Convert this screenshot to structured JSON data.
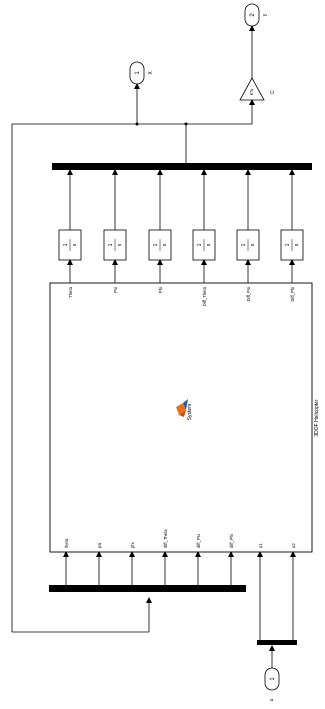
{
  "subsystem": {
    "title": "3DOF Helicopter",
    "center_label": "System",
    "inputs": [
      "theta",
      "psi",
      "phi",
      "diff_Theta",
      "diff_Psi",
      "diff_Phi",
      "u1",
      "u2"
    ],
    "outputs": [
      "Theta",
      "Psi",
      "Phi",
      "Diff_Theta",
      "Diff_Psi",
      "Diff_Phi"
    ]
  },
  "integrator": {
    "numerator": "1",
    "denominator": "s"
  },
  "ports": {
    "in_u": {
      "number": "1",
      "label": "u"
    },
    "out_x": {
      "number": "1",
      "label": "X"
    },
    "out_y": {
      "number": "2",
      "label": "y"
    }
  },
  "gain": {
    "expression": "K*u",
    "label": "C"
  },
  "colors": {
    "line": "#000000",
    "block_fill": "#ffffff",
    "bus_fill": "#000000",
    "logo_orange": "#e8731a",
    "logo_blue": "#2b5aa6"
  }
}
